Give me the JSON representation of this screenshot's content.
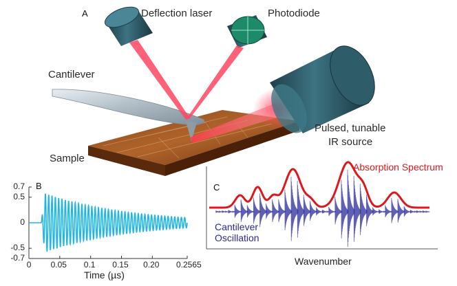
{
  "panel_a": {
    "letter": "A",
    "labels": {
      "deflection_laser": "Deflection laser",
      "photodiode": "Photodiode",
      "cantilever": "Cantilever",
      "sample": "Sample",
      "ir_source_line1": "Pulsed, tunable",
      "ir_source_line2": "IR source"
    }
  },
  "panel_b": {
    "letter": "B",
    "chart_data": {
      "type": "line",
      "xlabel": "Time (µs)",
      "ylabel": "",
      "xlim": [
        0,
        0.2565
      ],
      "ylim": [
        -0.7,
        0.7
      ],
      "x_tick_labels": [
        "0",
        "0.05",
        "0.1",
        "0.15",
        "0.20",
        "0.2565"
      ],
      "y_tick_labels": [
        "0.7",
        "0.5",
        "0",
        "-0.5",
        "-0.7"
      ],
      "series": [
        {
          "color": "#1fb6e6",
          "onset_us": 0.02,
          "peak_amplitude": 0.6,
          "end_amplitude": 0.1
        }
      ]
    }
  },
  "panel_c": {
    "letter": "C",
    "chart_data": {
      "type": "line",
      "xlabel": "Wavenumber",
      "series": [
        {
          "name": "Absorption Spectrum",
          "color": "#e0161b"
        },
        {
          "name": "Cantilever Oscillation",
          "color": "#2a2a9a"
        }
      ]
    }
  }
}
